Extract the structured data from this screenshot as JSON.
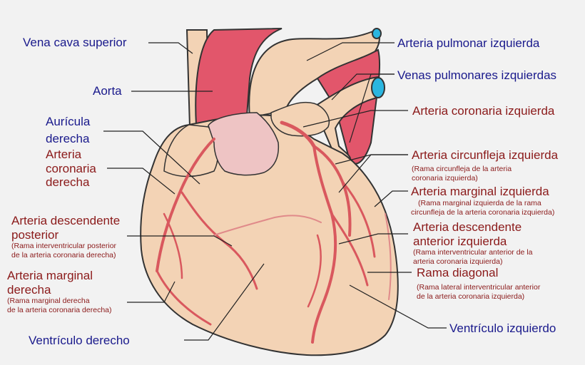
{
  "labels": {
    "vena_cava": "Vena cava superior",
    "aorta": "Aorta",
    "auricula_1": "Aurícula",
    "auricula_2": "derecha",
    "acd_1": "Arteria",
    "acd_2": "coronaria",
    "acd_3": "derecha",
    "adp_1": "Arteria descendente",
    "adp_2": "posterior",
    "adp_sub_1": "(Rama interventricular posterior",
    "adp_sub_2": "de la arteria coronaria derecha)",
    "amd_1": "Arteria marginal",
    "amd_2": "derecha",
    "amd_sub_1": "(Rama marginal derecha",
    "amd_sub_2": "de la arteria coronaria derecha)",
    "vd": "Ventrículo derecho",
    "api": "Arteria pulmonar izquierda",
    "vpi": "Venas pulmonares izquierdas",
    "aci": "Arteria coronaria izquierda",
    "acfi": "Arteria circunfleja izquierda",
    "acfi_sub_1": "(Rama circunfleja de la arteria",
    "acfi_sub_2": "coronaria izquierda)",
    "ami": "Arteria marginal izquierda",
    "ami_sub_1": "(Rama marginal izquierda de la rama",
    "ami_sub_2": "circunfleja de la arteria coronaria izquierda)",
    "adai_1": "Arteria descendente",
    "adai_2": "anterior izquierda",
    "adai_sub_1": "(Rama interventricular anterior de la",
    "adai_sub_2": "arteria coronaria izquierda)",
    "rd": "Rama diagonal",
    "rd_sub_1": "(Rama lateral interventricular anterior",
    "rd_sub_2": "de la arteria coronaria izquierda)",
    "vi": "Ventrículo izquierdo"
  },
  "colors": {
    "background": "#f2f2f2",
    "muscle": "#f3d3b5",
    "great_vessels": "#e2566b",
    "atrium": "#eec4c4",
    "artery": "#d9585e",
    "vein_cap": "#2bb6e0",
    "outline": "#333333",
    "blue_text": "#1a1a8c",
    "red_text": "#8b1a1a"
  }
}
